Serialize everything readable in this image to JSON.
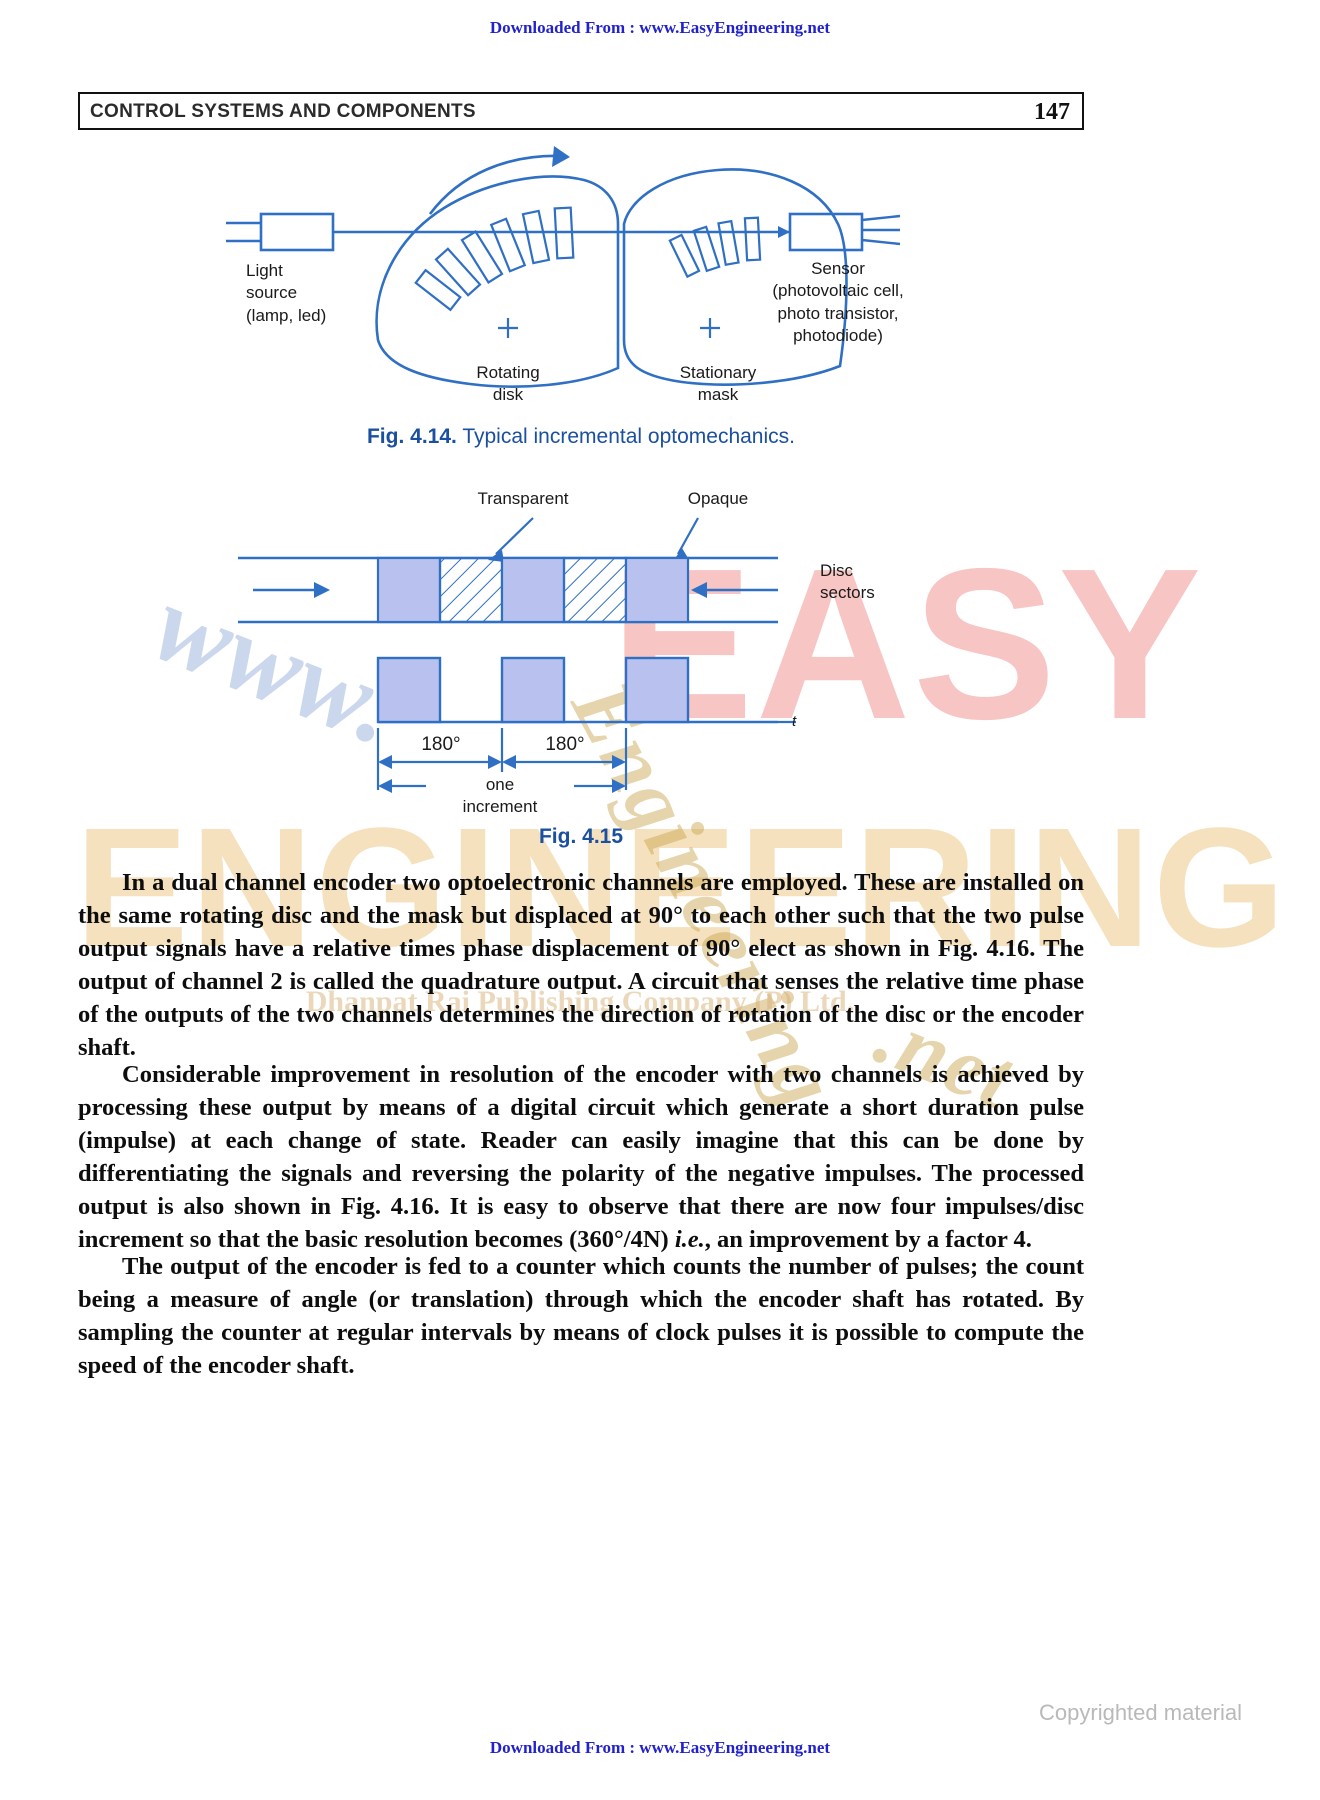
{
  "site_banner": {
    "top": "Downloaded From : www.EasyEngineering.net",
    "bottom": "Downloaded From : www.EasyEngineering.net"
  },
  "copyright_notice": "Copyrighted material",
  "running_header": {
    "title": "CONTROL SYSTEMS AND COMPONENTS",
    "page_number": "147"
  },
  "figure_414": {
    "caption_label": "Fig. 4.14.",
    "caption_text": "Typical incremental optomechanics.",
    "labels": {
      "light_source_l1": "Light",
      "light_source_l2": "source",
      "light_source_l3": "(lamp, led)",
      "sensor_l1": "Sensor",
      "sensor_l2": "(photovoltaic cell,",
      "sensor_l3": "photo transistor,",
      "sensor_l4": "photodiode)",
      "rotating_l1": "Rotating",
      "rotating_l2": "disk",
      "stationary_l1": "Stationary",
      "stationary_l2": "mask",
      "plus_left": "+",
      "plus_right": "+"
    }
  },
  "figure_415": {
    "caption_label": "Fig. 4.15",
    "caption_text": "",
    "labels": {
      "transparent": "Transparent",
      "opaque": "Opaque",
      "disc_l1": "Disc",
      "disc_l2": "sectors",
      "deg_left": "180°",
      "deg_right": "180°",
      "increment_l1": "one",
      "increment_l2": "increment",
      "time_axis": "t"
    }
  },
  "body": {
    "p1": "In a dual channel encoder two optoelectronic channels are employed. These are installed on the same rotating disc and the mask but displaced at 90° to each other such that the two pulse output signals have a relative times phase displacement of 90° elect as shown in Fig. 4.16. The output of channel 2 is called the quadrature output. A circuit that senses the relative time phase of the outputs of the two channels determines the direction of rotation of the disc or the encoder shaft.",
    "p2a": "Considerable improvement in resolution of the encoder with two channels is achieved by processing these output by means of a digital circuit which generate a short duration pulse (impulse) at each change of state. Reader can easily imagine that this can be done by differentiating the signals and reversing the polarity of the negative impulses. The processed output is also shown in Fig. 4.16. It is easy to observe that there are now four impulses/disc increment so that the basic resolution becomes (360°/4N) ",
    "p2i": "i.e.",
    "p2b": ", an improvement by a factor 4.",
    "p3": "The output of the encoder is fed to a counter which counts the number of pulses; the count being a measure of angle (or translation) through which the encoder shaft has rotated. By sampling the counter at regular intervals by means of clock pulses it is possible to compute the speed of the encoder shaft."
  },
  "watermark": {
    "www": "www.",
    "easy": "EASY",
    "engineering": "ENGINEERING",
    "eng_script": "Engineering",
    "net_script": ".net",
    "tagline": "Dhanpat Rai Publishing Company (P) Ltd."
  },
  "colors": {
    "figure_blue": "#2f6fc4",
    "caption_blue": "#1b4fa0",
    "link_blue": "#2222cc",
    "sector_fill": "#b9c2ee"
  }
}
